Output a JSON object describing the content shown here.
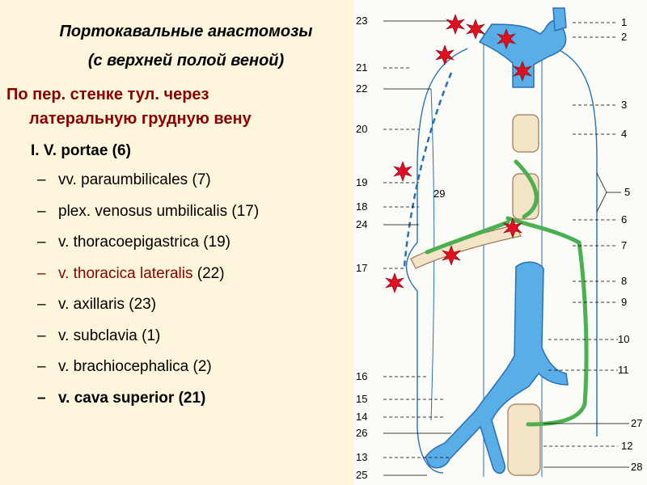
{
  "slide": {
    "title_line1": "Портокавальные анастомозы",
    "title_line2": "(с верхней полой веной)",
    "route_line1": "По пер. стенке тул. через",
    "route_line2": "латеральную грудную вену",
    "portae": "I. V. portae (6)",
    "items": [
      {
        "dash": "–",
        "name": "vv. paraumbilicales",
        "num": "(7)"
      },
      {
        "dash": "–",
        "name": "plex. venosus umbilicalis",
        "num": "(17)"
      },
      {
        "dash": "–",
        "name": "v. thoracoepigastrica",
        "num": "(19)"
      },
      {
        "dash": "–",
        "name": "v. thoracica lateralis",
        "num": "(22)"
      },
      {
        "dash": "–",
        "name": "v. axillaris",
        "num": "(23)"
      },
      {
        "dash": "–",
        "name": "v. subclavia",
        "num": "(1)"
      },
      {
        "dash": "–",
        "name": "v. brachiocephalica",
        "num": "(2)"
      },
      {
        "dash": "–",
        "name": "v. cava superior",
        "num": "(21)"
      }
    ]
  },
  "diagram": {
    "left_labels": [
      "23",
      "21",
      "22",
      "20",
      "19",
      "18",
      "24",
      "17",
      "16",
      "15",
      "14",
      "26",
      "13",
      "25"
    ],
    "right_labels": [
      "1",
      "2",
      "3",
      "4",
      "5",
      "6",
      "7",
      "8",
      "9",
      "10",
      "11",
      "27",
      "12",
      "28"
    ],
    "inner_label": "29",
    "colors": {
      "vein": "#5aaee8",
      "vein_dark": "#2a6fb0",
      "portal": "#4caf50",
      "star": "#e01020",
      "background": "#fdf6dc"
    }
  }
}
